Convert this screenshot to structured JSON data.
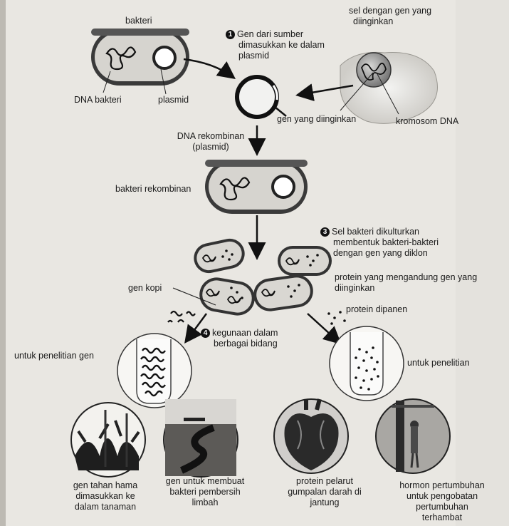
{
  "labels": {
    "bakteri": "bakteri",
    "dna_bakteri": "DNA bakteri",
    "plasmid": "plasmid",
    "sel_gen": [
      "sel dengan gen yang",
      "diinginkan"
    ],
    "kromosom": "kromosom DNA",
    "gen_diinginkan": "gen yang diinginkan",
    "dna_rekombinan": [
      "DNA rekombinan",
      "(plasmid)"
    ],
    "bakteri_rekombinan": "bakteri rekombinan",
    "gen_kopi": "gen kopi",
    "protein_gen": [
      "protein yang mengandung gen yang",
      "diinginkan"
    ],
    "protein_dipanen": "protein dipanen",
    "penelitian_gen": "untuk penelitian gen",
    "penelitian": "untuk penelitian",
    "tanaman": [
      "gen tahan hama",
      "dimasukkan ke",
      "dalam tanaman"
    ],
    "limbah": [
      "gen untuk membuat",
      "bakteri pembersih",
      "limbah"
    ],
    "jantung": [
      "protein pelarut",
      "gumpalan darah di",
      "jantung"
    ],
    "hormon": [
      "hormon pertumbuhan",
      "untuk pengobatan",
      "pertumbuhan",
      "terhambat"
    ]
  },
  "steps": {
    "step1": {
      "number": "1",
      "lines": [
        "Gen dari sumber",
        "dimasukkan ke dalam",
        "plasmid"
      ]
    },
    "step3": {
      "number": "3",
      "lines": [
        "Sel bakteri dikulturkan",
        "membentuk bakteri-bakteri",
        "dengan gen yang diklon"
      ]
    },
    "step4": {
      "number": "4",
      "lines": [
        "kegunaan dalam",
        "berbagai bidang"
      ]
    }
  }
}
